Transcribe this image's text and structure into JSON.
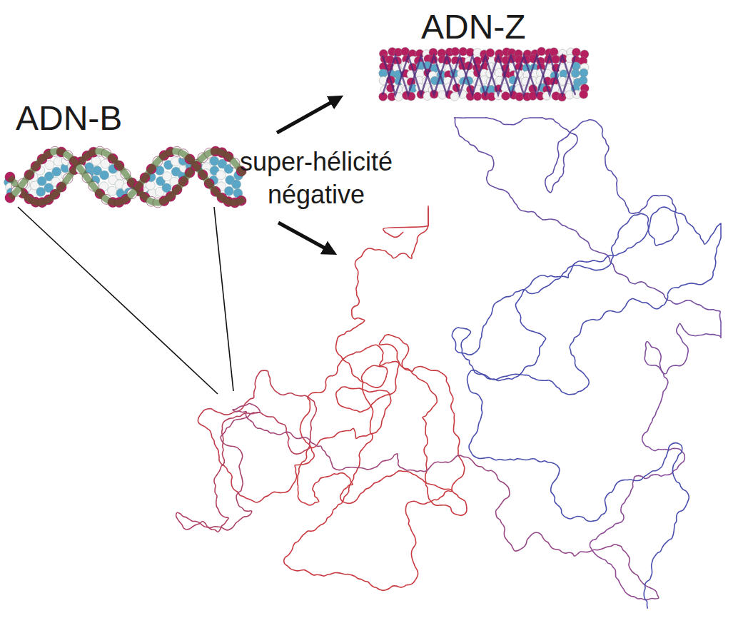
{
  "diagram": {
    "labels": [
      "ADN-B",
      "ADN-Z",
      "super-hélicité négative"
    ]
  }
}
